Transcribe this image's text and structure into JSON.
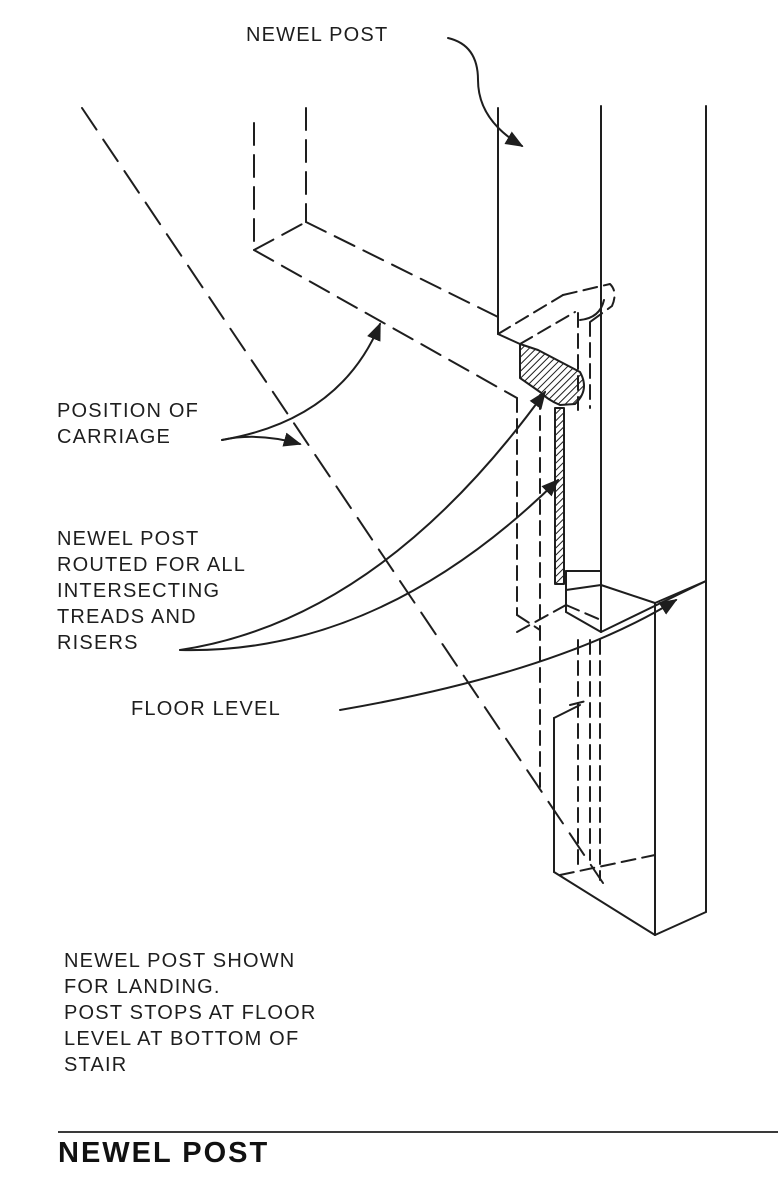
{
  "labels": {
    "newel_post_top": "NEWEL POST",
    "position_of_carriage": [
      "POSITION OF",
      "CARRIAGE"
    ],
    "newel_post_routed": [
      "NEWEL POST",
      "ROUTED FOR ALL",
      "INTERSECTING",
      "TREADS AND",
      "RISERS"
    ],
    "floor_level": "FLOOR LEVEL"
  },
  "caption": [
    "NEWEL POST SHOWN",
    "FOR LANDING.",
    "POST STOPS AT FLOOR",
    "LEVEL AT BOTTOM OF",
    "STAIR"
  ],
  "title": "NEWEL POST",
  "colors": {
    "ink": "#1e1e1e",
    "background": "#ffffff"
  }
}
